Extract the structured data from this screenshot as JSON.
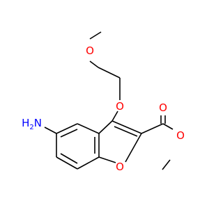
{
  "molecule": {
    "atoms": {
      "amine_n": "N",
      "amine_h2": "H2",
      "ether_o": "O",
      "methoxy_o": "O",
      "furan_o": "O",
      "carbonyl_o": "O",
      "ester_o": "O"
    },
    "colors": {
      "bond": "#000000",
      "oxygen": "#ff0000",
      "nitrogen": "#0000ff",
      "background": "#ffffff"
    }
  }
}
